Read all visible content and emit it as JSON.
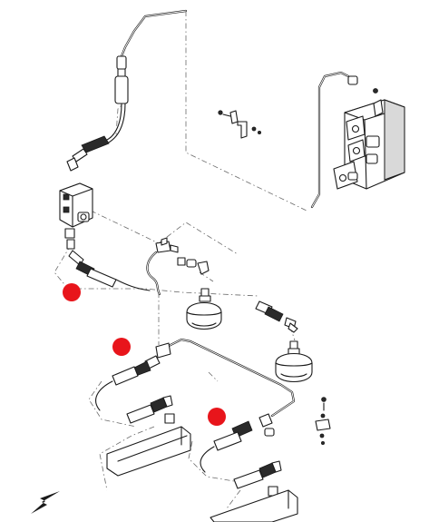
{
  "diagram": {
    "marker_color": "#e8151b",
    "markers": [
      {
        "id": "hose-1",
        "label": ""
      },
      {
        "id": "hose-2",
        "label": ""
      },
      {
        "id": "hose-3",
        "label": ""
      }
    ],
    "direction_icon": "arrow-down-left-icon"
  }
}
